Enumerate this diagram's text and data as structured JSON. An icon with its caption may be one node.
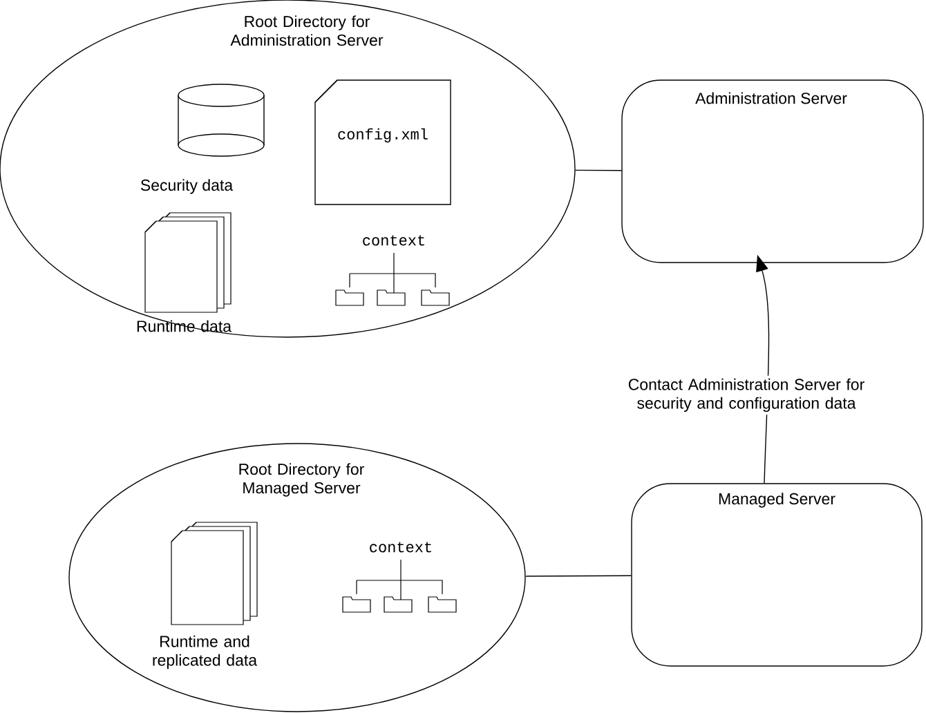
{
  "diagram": {
    "nodes": [
      {
        "text": [
          "Root Directory for Administration Server"
        ]
      },
      {
        "text": [
          "Security data"
        ],
        "in": 0
      },
      {
        "text": [
          "config.xml"
        ],
        "in": 0
      },
      {
        "text": [
          "Runtime data"
        ],
        "in": 0
      },
      {
        "text": [
          "context"
        ],
        "in": 0
      },
      {
        "text": [
          "Administration Server"
        ]
      },
      {
        "text": [
          "Root Directory for Managed Server"
        ]
      },
      {
        "text": [
          "Runtime and replicated data"
        ],
        "in": 6
      },
      {
        "text": [
          "context"
        ],
        "in": 6
      },
      {
        "text": [
          "Managed Server"
        ]
      }
    ],
    "edges": [
      {
        "from": 0,
        "to": 5,
        "arrow": "none"
      },
      {
        "from": 6,
        "to": 9,
        "arrow": "none"
      },
      {
        "from": 9,
        "to": 5,
        "arrow": "to",
        "label": "Contact Administration Server for security and configuration data"
      }
    ]
  }
}
